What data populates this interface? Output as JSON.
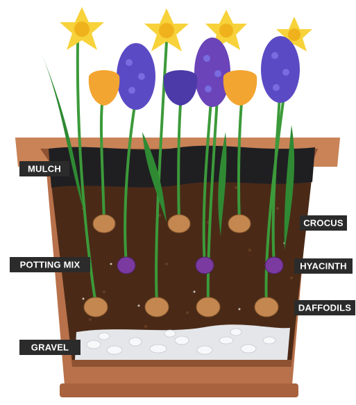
{
  "labels": {
    "mulch": "MULCH",
    "potting_mix": "POTTING MIX",
    "gravel": "GRAVEL",
    "crocus": "CROCUS",
    "hyacinth": "HYACINTH",
    "daffodils": "DAFFODILS"
  },
  "colors": {
    "pot_outer": "#b8714a",
    "pot_rim": "#c98357",
    "pot_inner_shadow": "#8e5232",
    "soil": "#4a2a17",
    "mulch": "#1f1f22",
    "gravel": "#e4e6ea",
    "daffodil": "#f7d23a",
    "hyacinth": "#5a4bc4",
    "crocus_orange": "#f3a531",
    "crocus_purple": "#4b3aa8",
    "stem": "#3c9a3a",
    "bulb": "#c48750",
    "hyacinth_bulb": "#7a3aa0",
    "label_bg": "#2b2b2b"
  }
}
